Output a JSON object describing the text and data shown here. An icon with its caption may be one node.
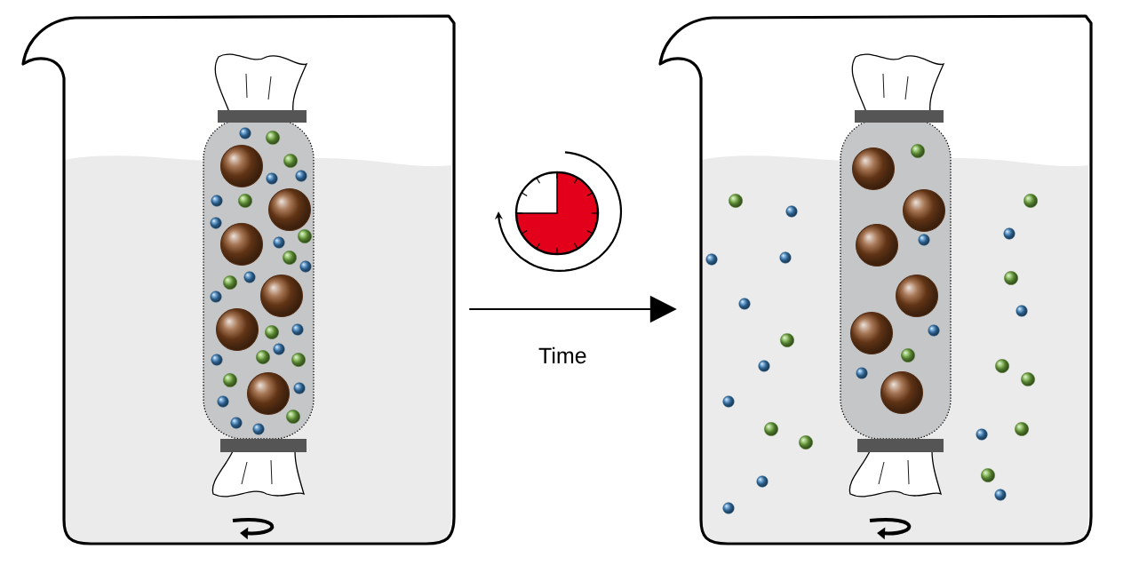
{
  "diagram": {
    "nodes": [
      {
        "text": [],
        "shape": "picture"
      },
      {
        "text": [],
        "shape": "picture"
      }
    ],
    "edges": [
      {
        "from": 0,
        "to": 1,
        "arrow": "to",
        "label": "Time"
      }
    ]
  }
}
